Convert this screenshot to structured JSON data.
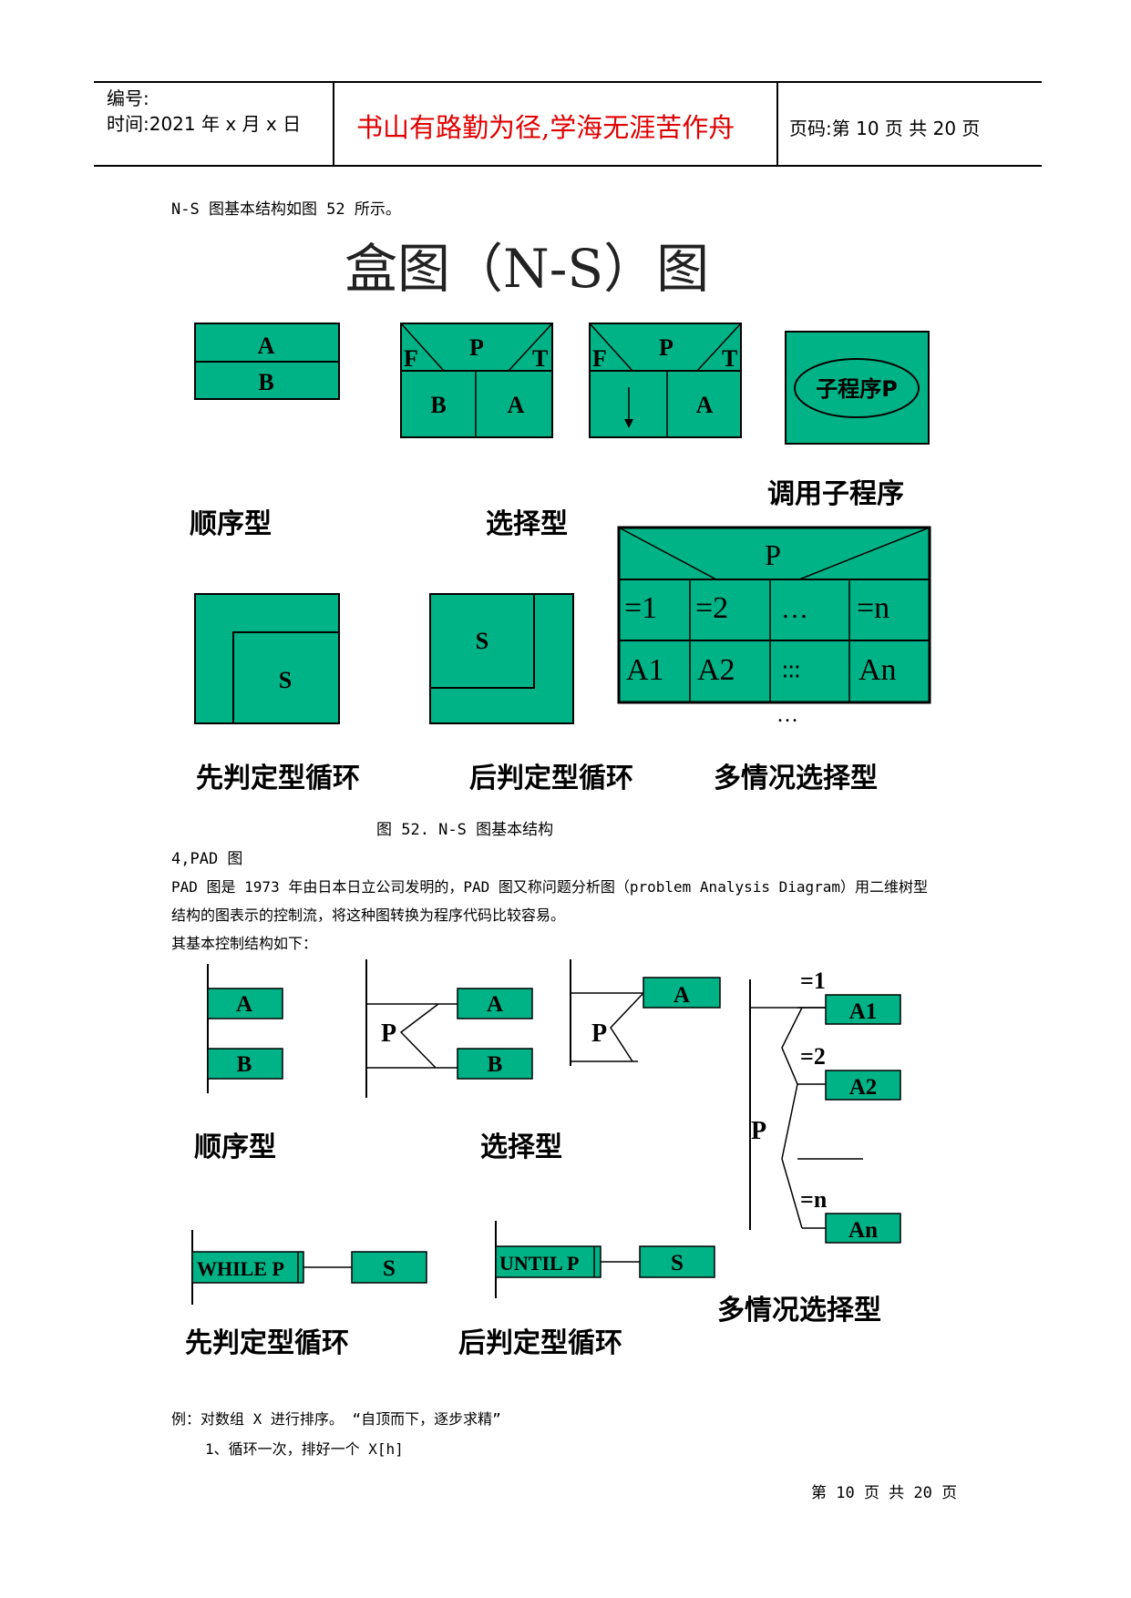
{
  "header": {
    "number_label": "编号:",
    "time_label": "时间:2021 年 x 月 x 日",
    "motto": "书山有路勤为径,学海无涯苦作舟",
    "page_info": "页码:第 10 页  共 20 页"
  },
  "intro_ns": "N-S 图基本结构如图 52 所示。",
  "ns_figure": {
    "title": "盒图（N-S）图",
    "seq": {
      "a": "A",
      "b": "B",
      "label": "顺序型"
    },
    "select_label": "选择型",
    "sel1": {
      "f": "F",
      "p": "P",
      "t": "T",
      "left": "B",
      "right": "A"
    },
    "sel2": {
      "f": "F",
      "p": "P",
      "t": "T",
      "right": "A"
    },
    "call": {
      "oval": "子程序P",
      "label": "调用子程序"
    },
    "multi": {
      "p": "P",
      "conds": [
        "=1",
        "=2",
        "…",
        "=n"
      ],
      "actions": [
        "A1",
        "A2",
        "∶∶∶",
        "An"
      ],
      "dots": "…",
      "label": "多情况选择型"
    },
    "while_loop": {
      "s": "S",
      "label": "先判定型循环"
    },
    "until_loop": {
      "s": "S",
      "label": "后判定型循环"
    }
  },
  "ns_caption": "图 52. N-S 图基本结构",
  "pad_heading": "4,PAD 图",
  "pad_para": [
    "PAD 图是 1973 年由日本日立公司发明的，PAD 图又称问题分析图（problem Analysis Diagram）用二维树型",
    "结构的图表示的控制流，将这种图转换为程序代码比较容易。",
    "其基本控制结构如下："
  ],
  "pad_figure": {
    "seq": {
      "a": "A",
      "b": "B",
      "label": "顺序型"
    },
    "select": {
      "p1": "P",
      "a1": "A",
      "b1": "B",
      "p2": "P",
      "a2": "A",
      "label": "选择型"
    },
    "multi": {
      "p": "P",
      "c1": "=1",
      "a1": "A1",
      "c2": "=2",
      "a2": "A2",
      "cn": "=n",
      "an": "An",
      "label": "多情况选择型"
    },
    "while_loop": {
      "box": "WHILE P",
      "s": "S",
      "label": "先判定型循环"
    },
    "until_loop": {
      "box": "UNTIL P",
      "s": "S",
      "label": "后判定型循环"
    }
  },
  "example": "例：对数组 X 进行排序。  “自顶而下，逐步求精”",
  "step1": "1、循环一次，排好一个 X[h]",
  "footer": "第 10 页  共 20 页",
  "colors": {
    "box_fill": "#00b386",
    "motto": "#e00000"
  }
}
